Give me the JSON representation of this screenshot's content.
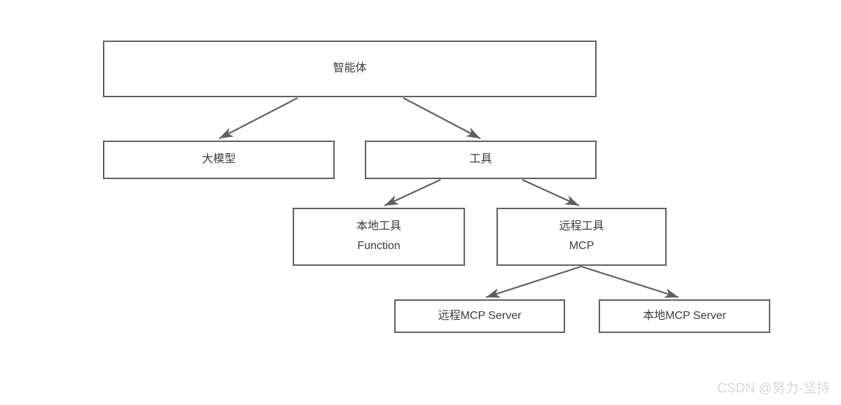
{
  "diagram": {
    "type": "tree-hierarchy",
    "title": "",
    "background_color": "#ffffff",
    "node_border_color": "#5f5f5f",
    "node_fill_color": "#ffffff",
    "edge_color": "#5f5f5f",
    "text_color": "#3b3b3b",
    "nodes": [
      {
        "id": "agent",
        "line_1": "智能体",
        "line_2": ""
      },
      {
        "id": "llm",
        "line_1": "大模型",
        "line_2": ""
      },
      {
        "id": "tools",
        "line_1": "工具",
        "line_2": ""
      },
      {
        "id": "local_tool",
        "line_1": "本地工具",
        "line_2": "Function"
      },
      {
        "id": "remote_tool",
        "line_1": "远程工具",
        "line_2": "MCP"
      },
      {
        "id": "remote_mcp",
        "line_1": "远程MCP Server",
        "line_2": ""
      },
      {
        "id": "local_mcp",
        "line_1": "本地MCP Server",
        "line_2": ""
      }
    ],
    "edges": [
      {
        "from": "agent",
        "to": "llm",
        "arrowhead": "at-target"
      },
      {
        "from": "agent",
        "to": "tools",
        "arrowhead": "at-target"
      },
      {
        "from": "tools",
        "to": "local_tool",
        "arrowhead": "at-target"
      },
      {
        "from": "tools",
        "to": "remote_tool",
        "arrowhead": "at-target"
      },
      {
        "from": "remote_tool",
        "to": "remote_mcp",
        "arrowhead": "at-target"
      },
      {
        "from": "remote_tool",
        "to": "local_mcp",
        "arrowhead": "at-target"
      }
    ]
  },
  "watermark": {
    "text": "CSDN @努力-坚持"
  }
}
